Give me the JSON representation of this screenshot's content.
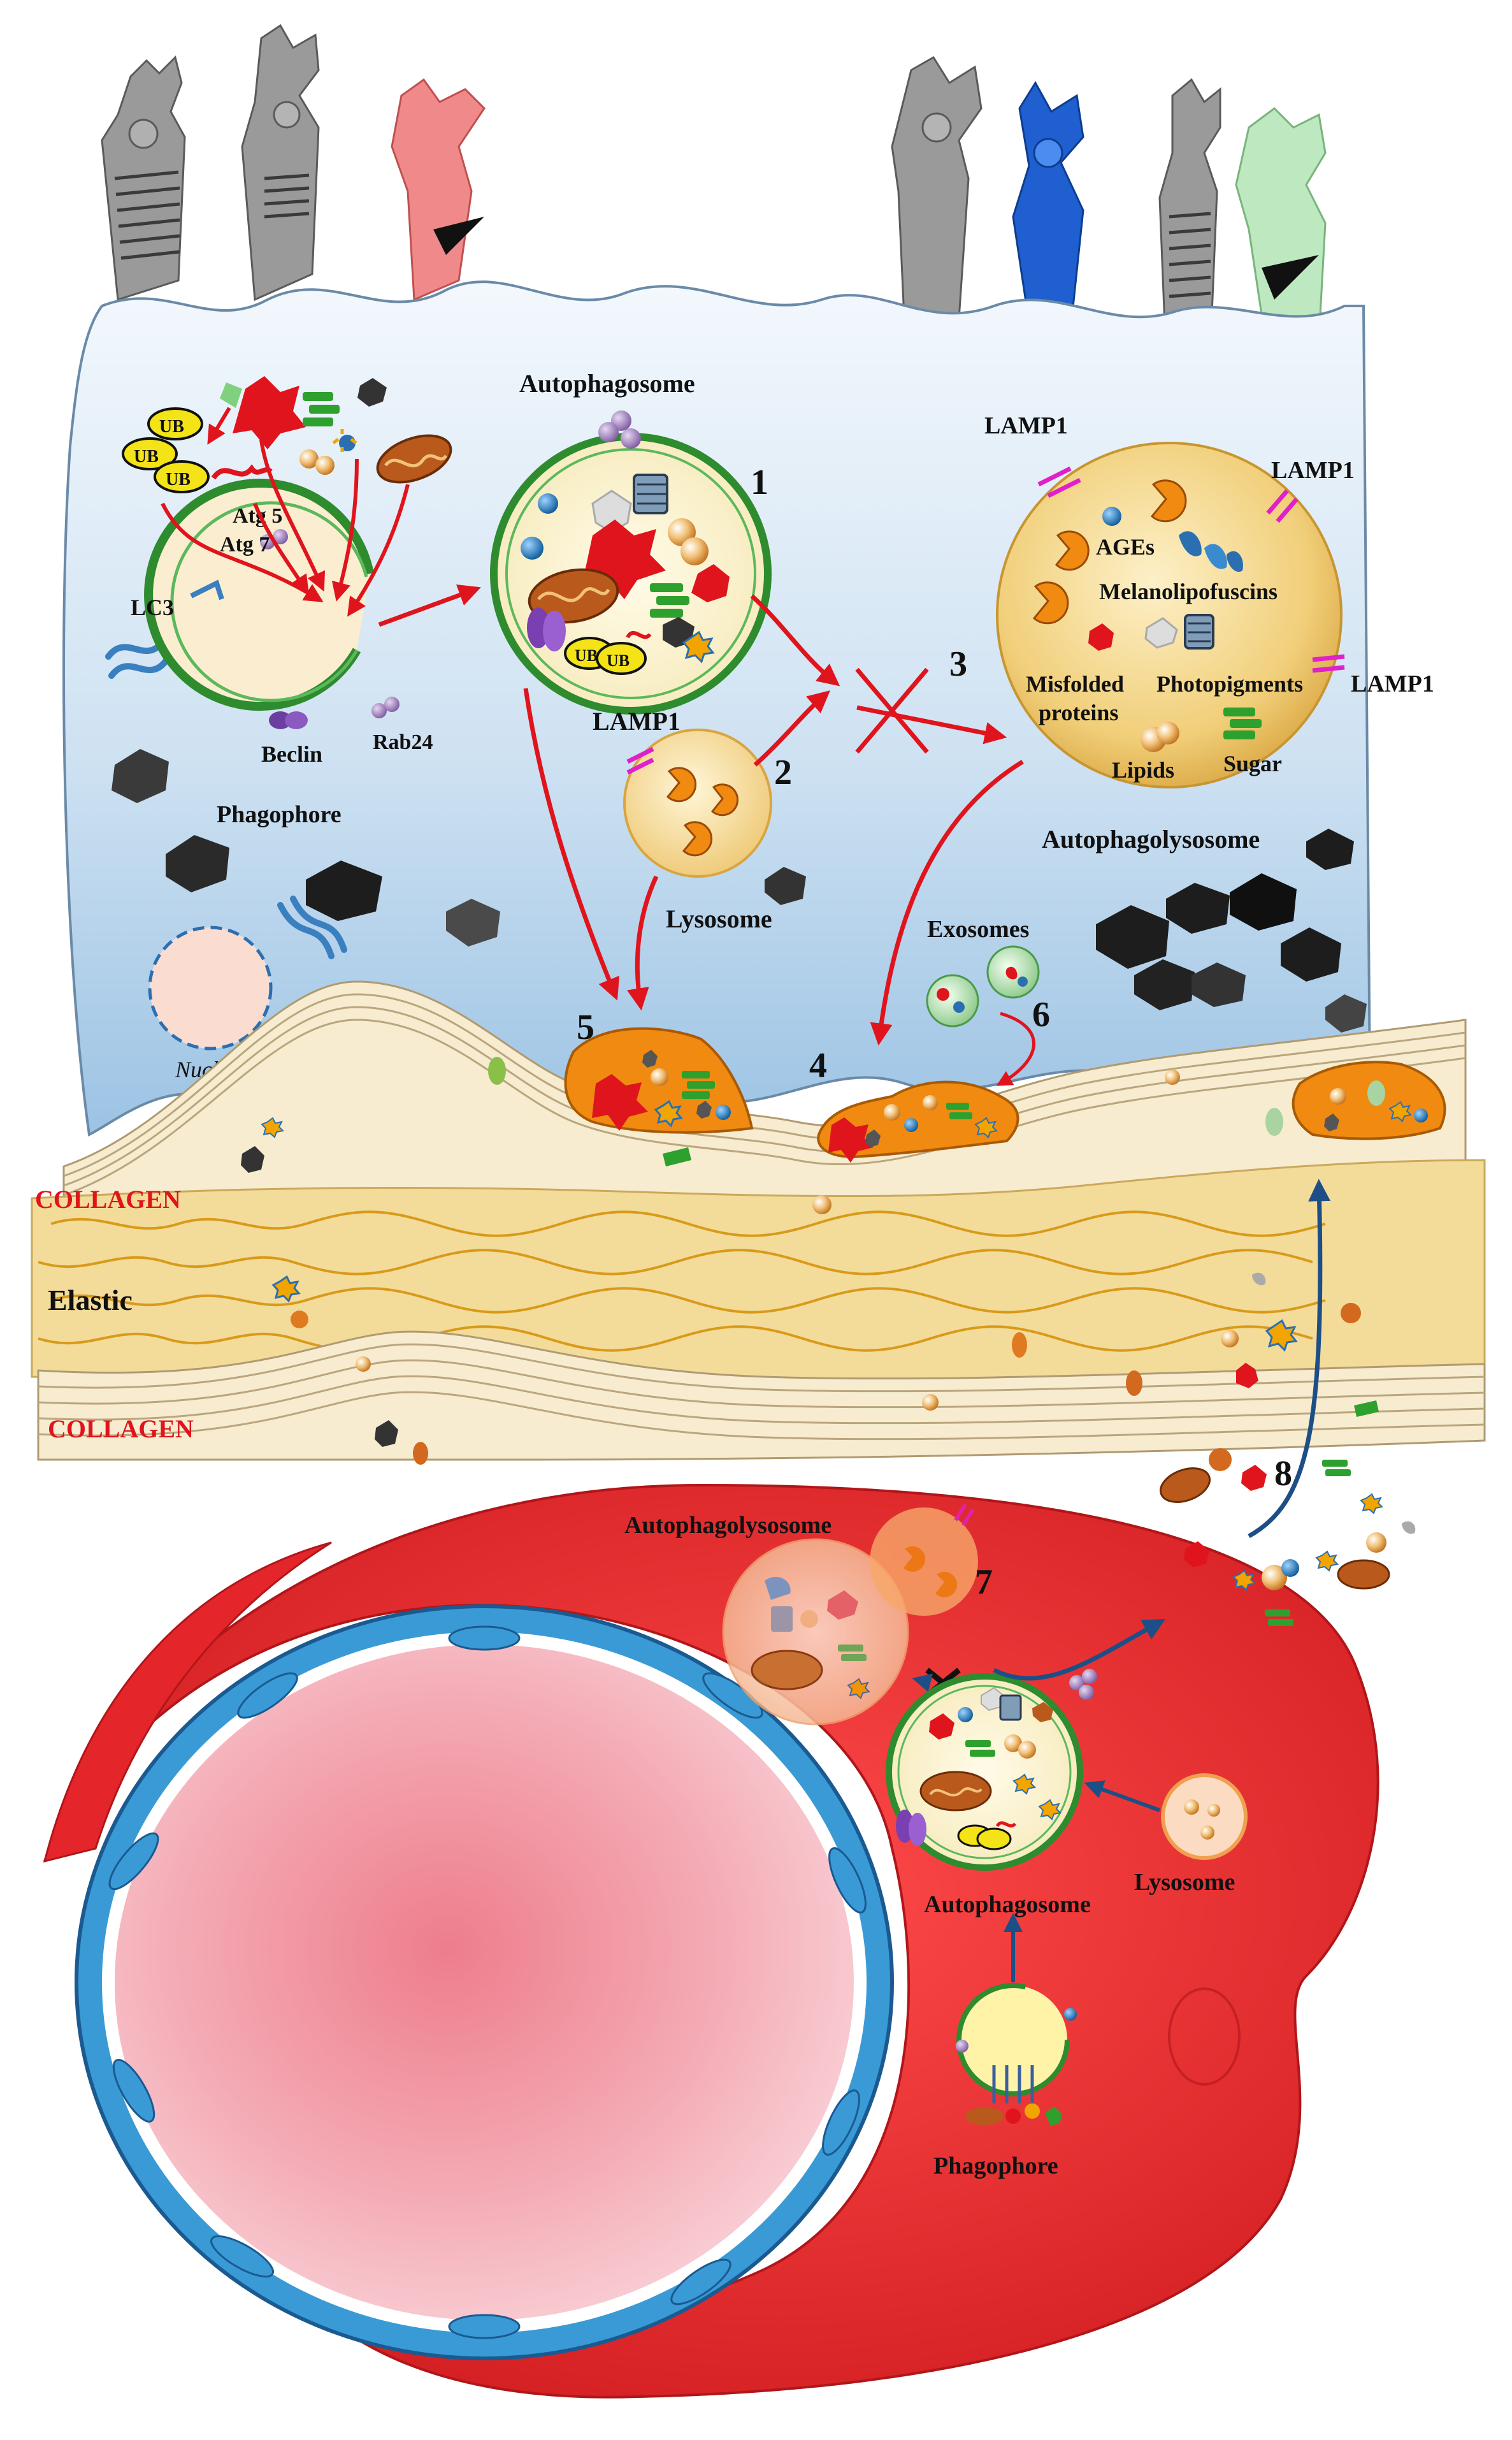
{
  "labels": {
    "autophagosome_top": "Autophagosome",
    "atg5": "Atg 5",
    "atg7": "Atg 7",
    "lc3": "LC3",
    "beclin": "Beclin",
    "rab24": "Rab24",
    "phagophore_top": "Phagophore",
    "lamp1_a": "LAMP1",
    "lamp1_b": "LAMP1",
    "lamp1_c": "LAMP1",
    "lamp1_lyso": "LAMP1",
    "ages": "AGEs",
    "melanolipofuscins": "Melanolipofuscins",
    "misfolded_1": "Misfolded",
    "misfolded_2": "proteins",
    "photopigments": "Photopigments",
    "lipids": "Lipids",
    "sugar": "Sugar",
    "autophagolysosome_top": "Autophagolysosome",
    "lysosome_top": "Lysosome",
    "exosomes": "Exosomes",
    "nucleus": "Nucleus",
    "collagen_1": "COLLAGEN",
    "elastic": "Elastic",
    "collagen_2": "COLLAGEN",
    "autophagolysosome_bottom": "Autophagolysosome",
    "autophagosome_bottom": "Autophagosome",
    "lysosome_bottom": "Lysosome",
    "phagophore_bottom": "Phagophore",
    "ub_1": "UB",
    "ub_2": "UB",
    "ub_3": "UB",
    "ub_4": "UB",
    "ub_5": "UB"
  },
  "steps": {
    "s1": "1",
    "s2": "2",
    "s3": "3",
    "s4": "4",
    "s5": "5",
    "s6": "6",
    "s7": "7",
    "s8": "8"
  },
  "colors": {
    "cell_blue": "#bcd8ee",
    "membrane_green": "#2e8b2e",
    "arrow_red": "#e0141c",
    "bruch_yellow": "#f3dc9a",
    "fiber_orange": "#d99a1a",
    "choroid_red": "#e4252a",
    "vessel_blue": "#3a9ad6",
    "drusen_orange": "#f08a10",
    "lysosome_yellow": "#f6d98a"
  }
}
